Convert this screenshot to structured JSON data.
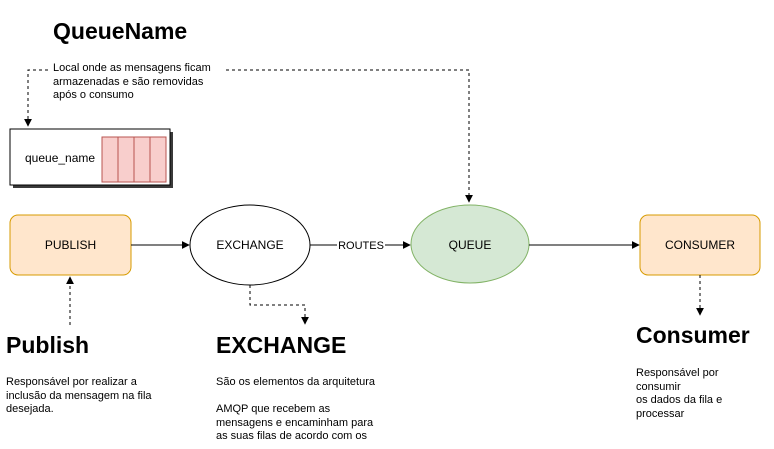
{
  "queue_name_section": {
    "title": "QueueName",
    "description_lines": [
      "Local onde as mensagens ficam",
      "armazenadas e são removidas",
      "após o consumo"
    ],
    "queue_box_label": "queue_name",
    "queue_slot_count": 4
  },
  "nodes": {
    "publish": "PUBLISH",
    "exchange": "EXCHANGE",
    "queue": "QUEUE",
    "consumer": "CONSUMER"
  },
  "edges": {
    "routes": "ROUTES"
  },
  "publish_section": {
    "title": "Publish",
    "description_lines": [
      "Responsável por realizar a",
      "inclusão da mensagem na fila",
      "desejada."
    ]
  },
  "exchange_section": {
    "title": "EXCHANGE",
    "description_lines": [
      "São os elementos da arquitetura"
    ],
    "description_lines_2": [
      "AMQP que recebem as",
      "mensagens e encaminham para",
      "as suas filas de acordo com os"
    ]
  },
  "consumer_section": {
    "title": "Consumer",
    "description_lines": [
      "Responsável por",
      "consumir",
      "os dados da fila e",
      "processar"
    ]
  },
  "colors": {
    "orange_fill": "#ffe6cc",
    "orange_stroke": "#d79b00",
    "green_fill": "#d5e8d4",
    "green_stroke": "#82b366",
    "red_fill": "#f8cecc",
    "red_stroke": "#b85450"
  }
}
